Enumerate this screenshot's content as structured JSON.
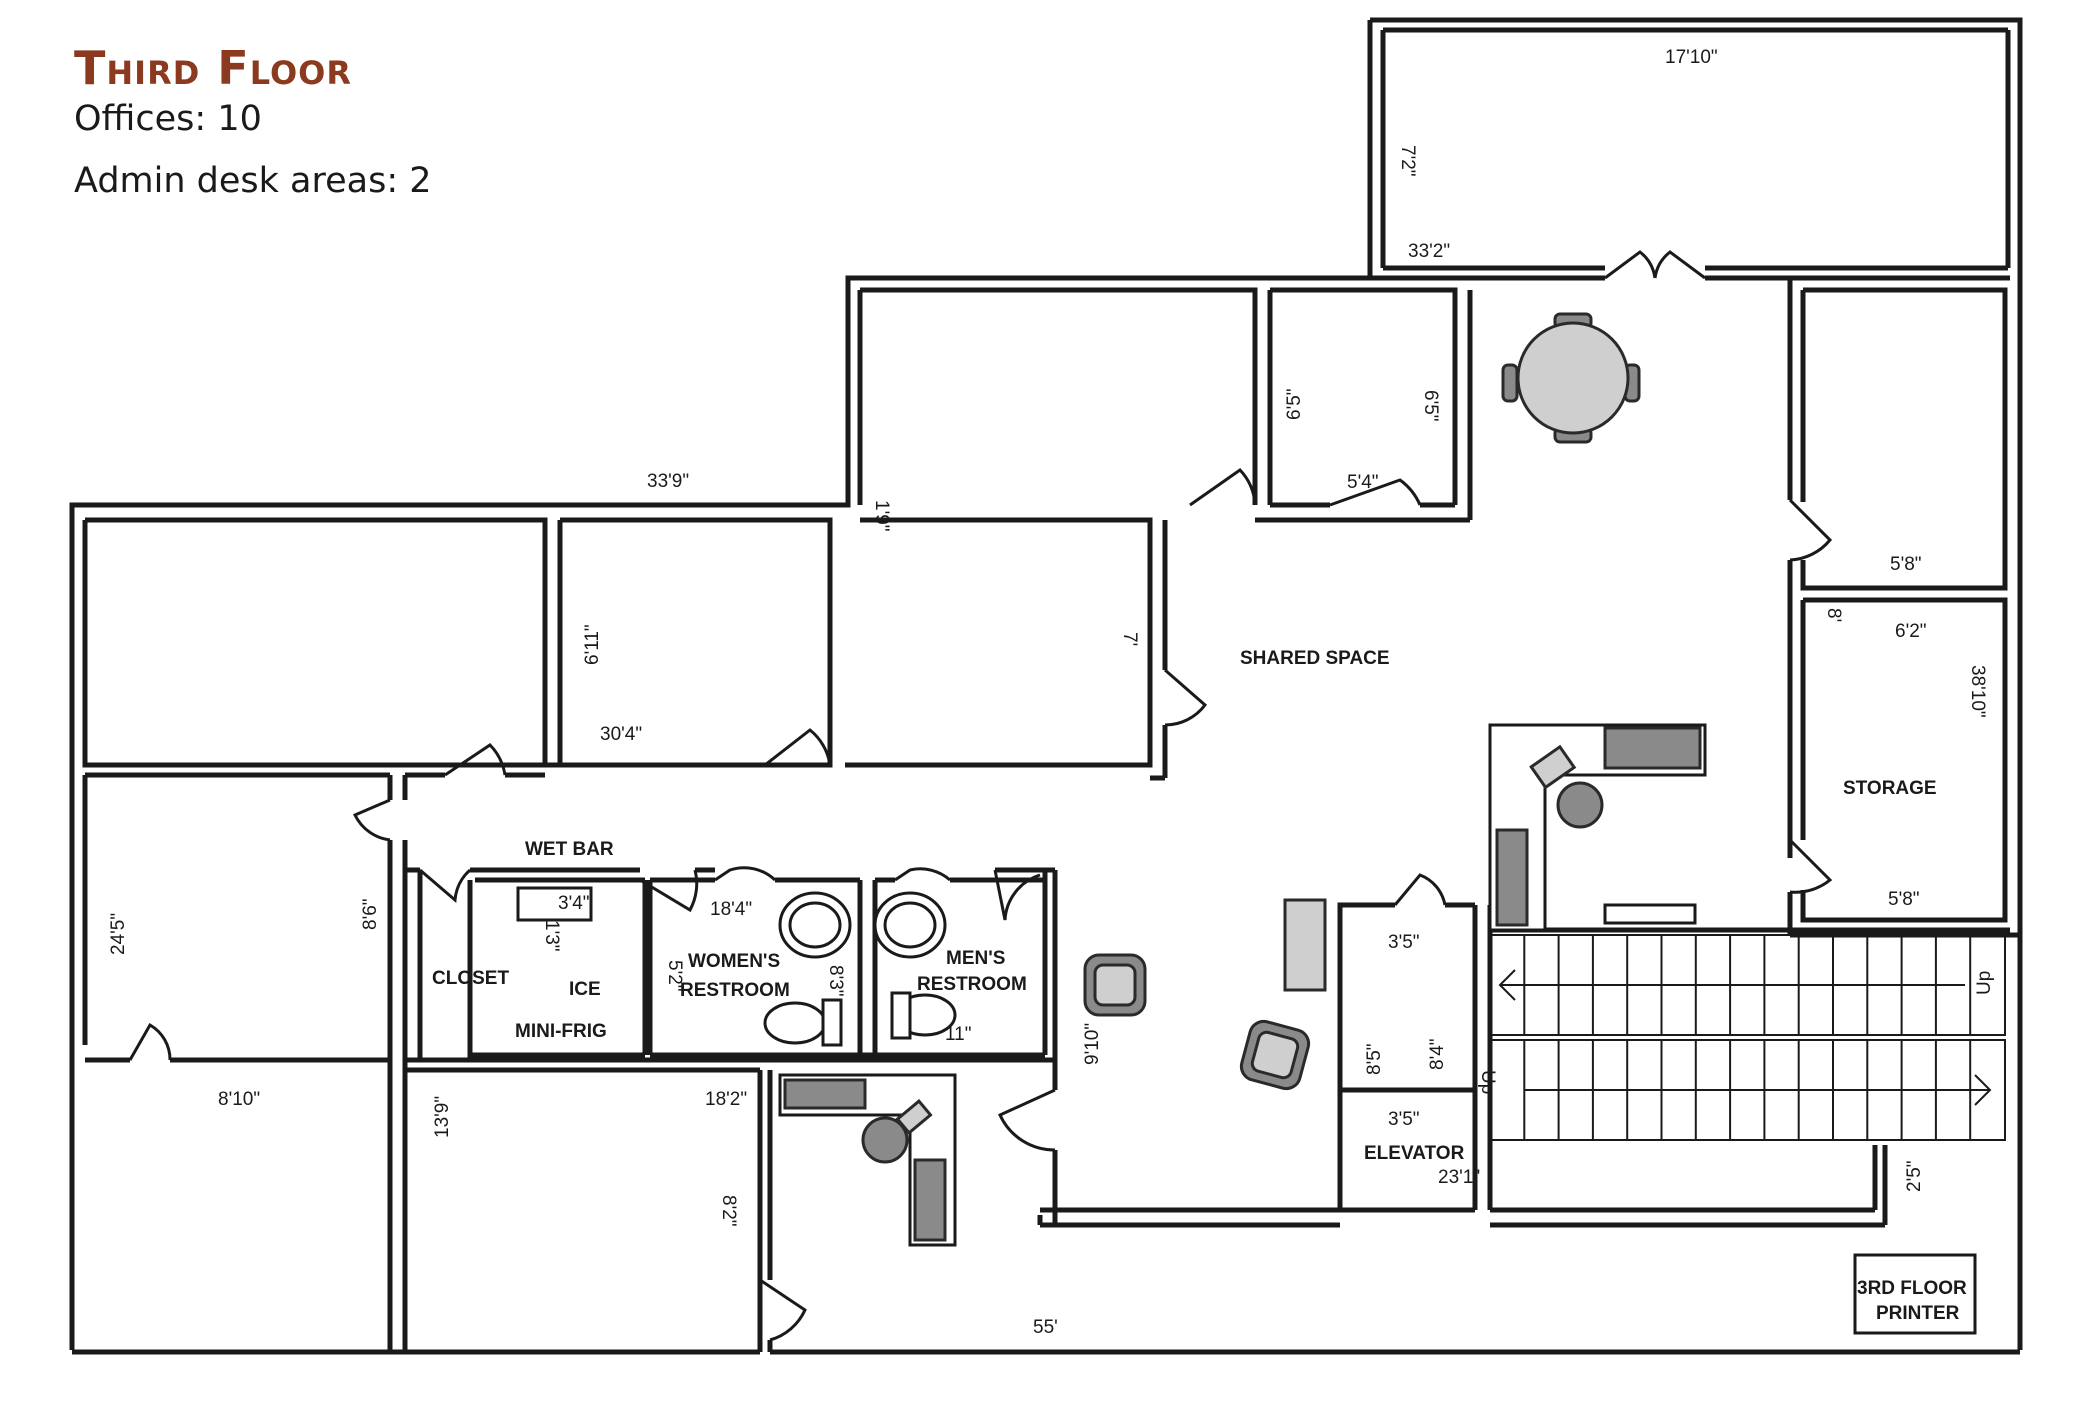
{
  "header": {
    "title": "Third Floor",
    "offices": "Offices: 10",
    "admin_desks": "Admin desk areas: 2"
  },
  "rooms": {
    "shared_space": "SHARED SPACE",
    "storage": "STORAGE",
    "wet_bar": "WET BAR",
    "closet": "CLOSET",
    "ice": "ICE",
    "mini_frig": "MINI-FRIG",
    "womens_line1": "WOMEN'S",
    "womens_line2": "RESTROOM",
    "mens_line1": "MEN'S",
    "mens_line2": "RESTROOM",
    "elevator": "ELEVATOR",
    "printer_line1": "3RD FLOOR",
    "printer_line2": "PRINTER",
    "stairs_up_1": "Up",
    "stairs_up_2": "Up"
  },
  "dimensions": {
    "d_17_10": "17'10\"",
    "d_7_2": "7'2\"",
    "d_33_2": "33'2\"",
    "d_6_5a": "6'5\"",
    "d_6_5b": "6'5\"",
    "d_5_4": "5'4\"",
    "d_33_9": "33'9\"",
    "d_1_9": "1'9\"",
    "d_7": "7'",
    "d_6_11": "6'11\"",
    "d_30_4": "30'4\"",
    "d_5_8a": "5'8\"",
    "d_8a": "8'",
    "d_6_2": "6'2\"",
    "d_38_10": "38'10\"",
    "d_5_8b": "5'8\"",
    "d_24_5": "24'5\"",
    "d_8_6": "8'6\"",
    "d_1_3": "1'3\"",
    "d_3_4": "3'4\"",
    "d_18_4": "18'4\"",
    "d_5_2": "5'2\"",
    "d_8_3": "8'3\"",
    "d_11": "11\"",
    "d_9_10": "9'10\"",
    "d_3_5a": "3'5\"",
    "d_8_5": "8'5\"",
    "d_8_4": "8'4\"",
    "d_3_5b": "3'5\"",
    "d_23_1": "23'1\"",
    "d_2_5": "2'5\"",
    "d_8_10": "8'10\"",
    "d_13_9": "13'9\"",
    "d_18_2": "18'2\"",
    "d_8_2": "8'2\"",
    "d_55": "55'"
  },
  "icons": [
    "round-table-icon",
    "chair-icon",
    "armchair-icon",
    "l-desk-icon",
    "sink-icon",
    "toilet-icon",
    "stairs-icon",
    "door-swing-icon"
  ]
}
